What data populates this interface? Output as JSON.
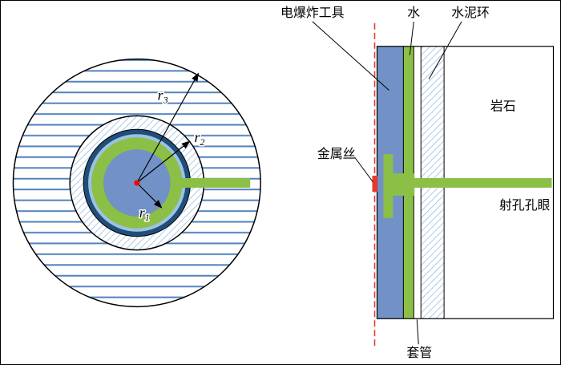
{
  "figure": {
    "left": {
      "radius_labels": [
        {
          "base": "r",
          "sub": "1"
        },
        {
          "base": "r",
          "sub": "2"
        },
        {
          "base": "r",
          "sub": "3"
        }
      ]
    },
    "labels": {
      "tool": "电爆炸工具",
      "water": "水",
      "cement_ring": "水泥环",
      "rock": "岩石",
      "metal_wire": "金属丝",
      "perforation_hole": "射孔孔眼",
      "casing": "套管"
    },
    "colors": {
      "tool_blue": "#7191c7",
      "water_green": "#8cbf45",
      "casing_light_blue": "#9cc2e5",
      "casing_dark": "#1f4e79",
      "cement_hatch_line": "#8fb4dc",
      "rock_hatch_line": "#4f81bd",
      "centerline_red": "#e8392b",
      "wire_red": "#e8392b",
      "center_dot_red": "#ff0000"
    }
  }
}
